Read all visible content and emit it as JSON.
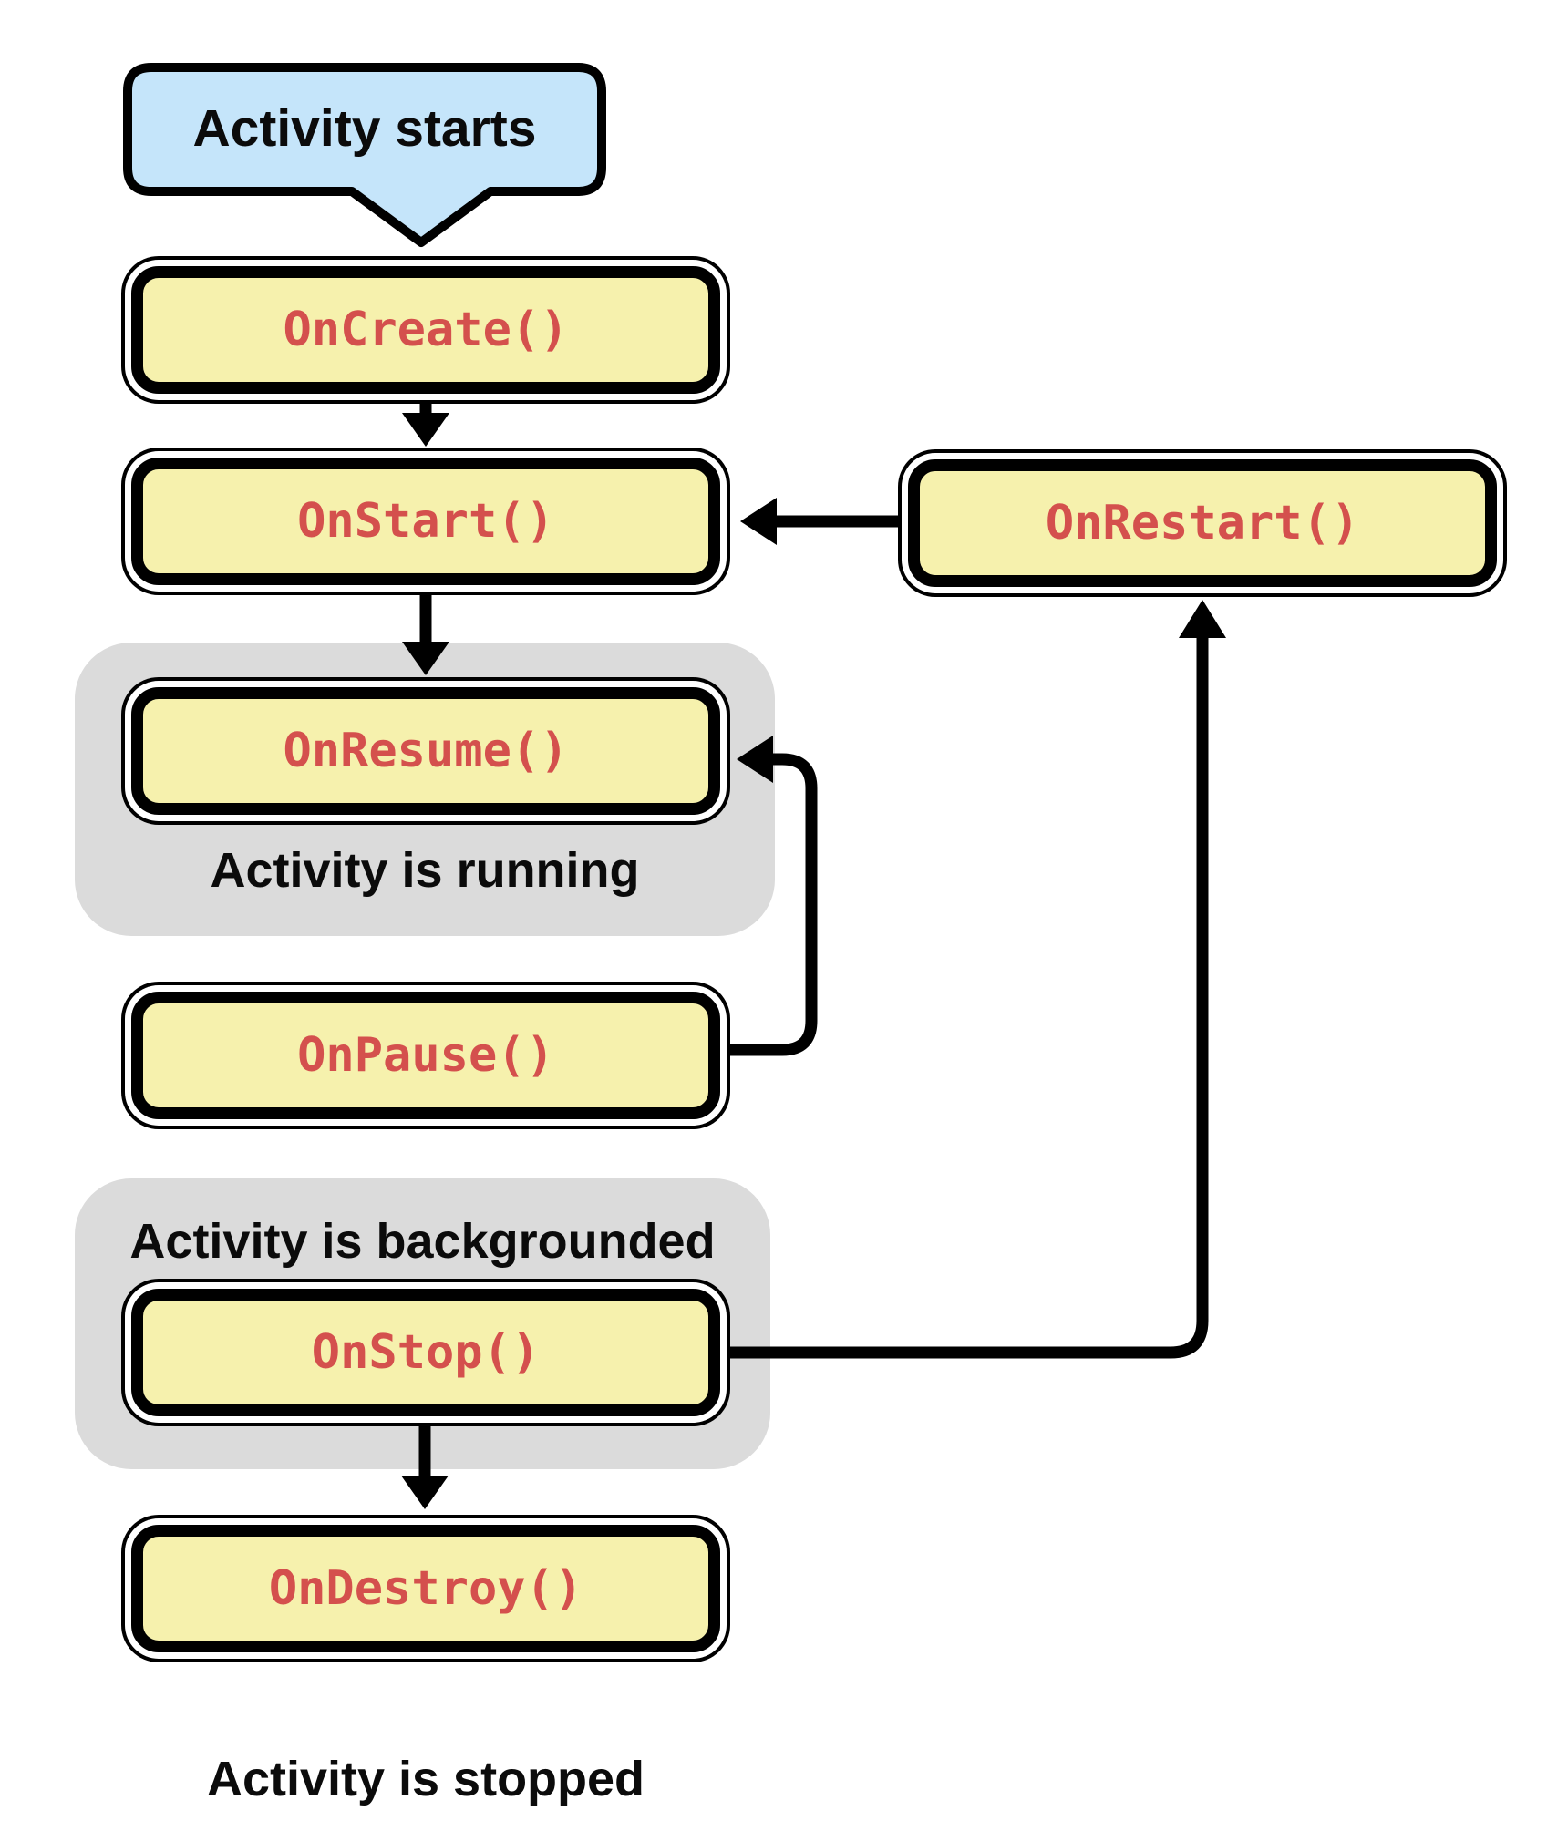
{
  "colors": {
    "yellow": "#F6F1AD",
    "red": "#D4504D",
    "blue": "#C5E5FA",
    "gray": "#DBDBDB",
    "line": "#000000",
    "background": "#FFFFFF"
  },
  "callout": {
    "label": "Activity starts"
  },
  "boxes": {
    "oncreate": {
      "label": "OnCreate()"
    },
    "onstart": {
      "label": "OnStart()"
    },
    "onrestart": {
      "label": "OnRestart()"
    },
    "onresume": {
      "label": "OnResume()"
    },
    "onpause": {
      "label": "OnPause()"
    },
    "onstop": {
      "label": "OnStop()"
    },
    "ondestroy": {
      "label": "OnDestroy()"
    }
  },
  "groups": {
    "running": {
      "label": "Activity is running"
    },
    "backgrounded": {
      "label": "Activity is backgrounded"
    }
  },
  "footer": {
    "label": "Activity is stopped"
  }
}
